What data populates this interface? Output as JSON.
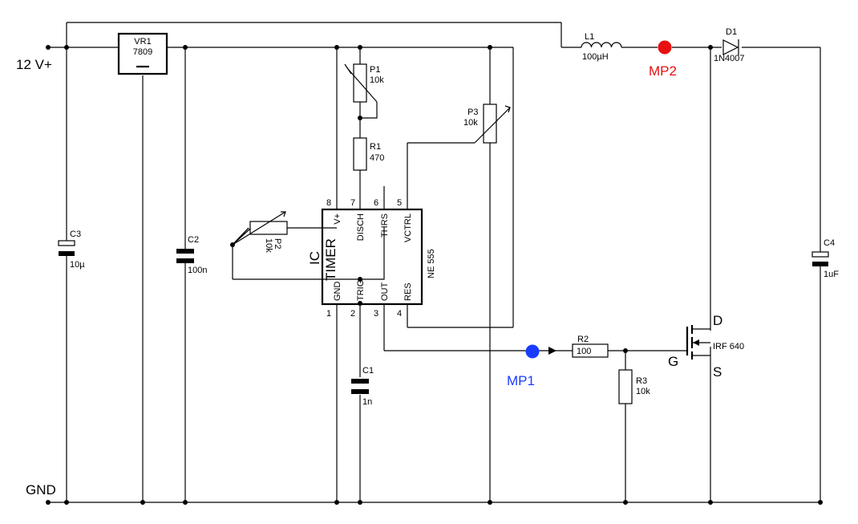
{
  "rails": {
    "supply": "12 V+",
    "ground": "GND"
  },
  "components": {
    "vr1": {
      "ref": "VR1",
      "value": "7809"
    },
    "c3": {
      "ref": "C3",
      "value": "10µ"
    },
    "c2": {
      "ref": "C2",
      "value": "100n"
    },
    "p1": {
      "ref": "P1",
      "value": "10k"
    },
    "r1": {
      "ref": "R1",
      "value": "470"
    },
    "p2": {
      "ref": "P2",
      "value": "10k"
    },
    "p3": {
      "ref": "P3",
      "value": "10k"
    },
    "c1": {
      "ref": "C1",
      "value": "1n"
    },
    "l1": {
      "ref": "L1",
      "value": "100µH"
    },
    "d1": {
      "ref": "D1",
      "value": "1N4007"
    },
    "c4": {
      "ref": "C4",
      "value": "1uF"
    },
    "r2": {
      "ref": "R2",
      "value": "100"
    },
    "r3": {
      "ref": "R3",
      "value": "10k"
    },
    "q1": {
      "value": "IRF 640",
      "gate": "G",
      "drain": "D",
      "source": "S"
    }
  },
  "ic": {
    "ref": "IC",
    "type": "TIMER",
    "part": "NE 555",
    "pins": [
      {
        "num": "8",
        "name": "V+"
      },
      {
        "num": "7",
        "name": "DISCH"
      },
      {
        "num": "6",
        "name": "THRS"
      },
      {
        "num": "5",
        "name": "VCTRL"
      },
      {
        "num": "1",
        "name": "GND"
      },
      {
        "num": "2",
        "name": "TRIG"
      },
      {
        "num": "3",
        "name": "OUT"
      },
      {
        "num": "4",
        "name": "RES"
      }
    ]
  },
  "measure_points": [
    {
      "label": "MP1",
      "color": "#1a3cff"
    },
    {
      "label": "MP2",
      "color": "#e81010"
    }
  ]
}
